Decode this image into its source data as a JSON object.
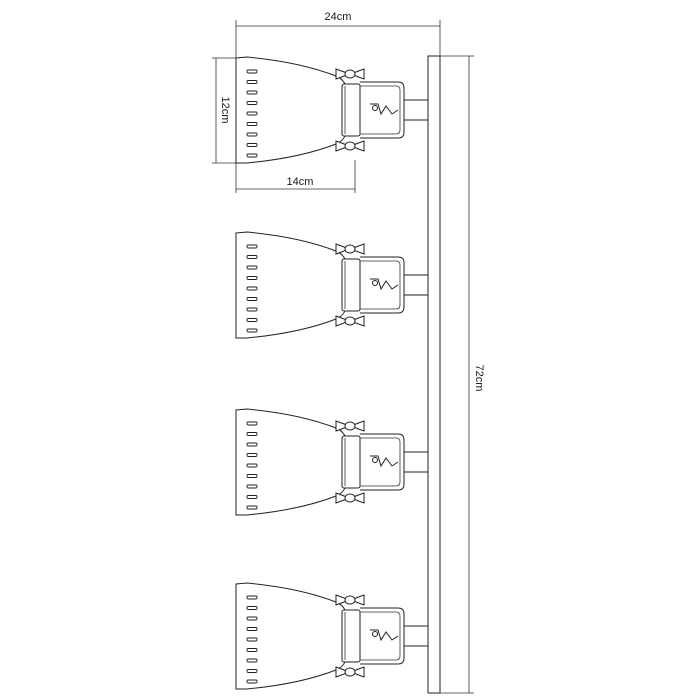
{
  "dimensions": {
    "width_label": "24cm",
    "height_label": "72cm",
    "shade_height_label": "12cm",
    "shade_length_label": "14cm"
  },
  "spotlights": [
    {
      "id": 1
    },
    {
      "id": 2
    },
    {
      "id": 3
    },
    {
      "id": 4
    }
  ],
  "colors": {
    "line": "#222222",
    "background": "#ffffff"
  }
}
